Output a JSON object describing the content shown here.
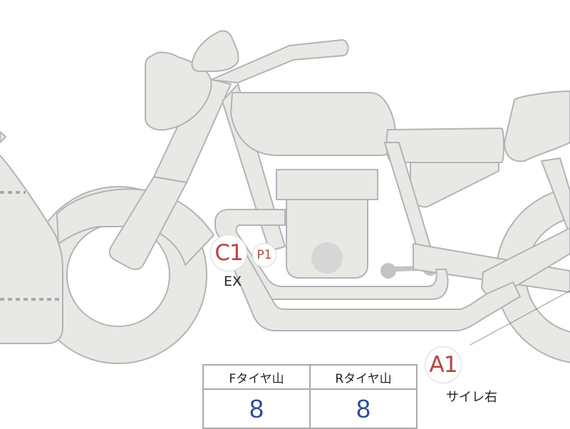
{
  "diagram": {
    "subject": "motorcycle side view",
    "colors": {
      "part_fill": "#e8e8e5",
      "part_stroke": "#b3b3b8",
      "marker_text": "#b8443f",
      "value_text": "#2e4a9a"
    }
  },
  "markers": [
    {
      "id": "C1",
      "label": "C1",
      "caption": "EX"
    },
    {
      "id": "P1",
      "label": "P1"
    },
    {
      "id": "A1",
      "label": "A1",
      "caption": "サイレ右"
    }
  ],
  "tire_table": {
    "headers": [
      "Fタイヤ山",
      "Rタイヤ山"
    ],
    "values": [
      "8",
      "8"
    ]
  }
}
